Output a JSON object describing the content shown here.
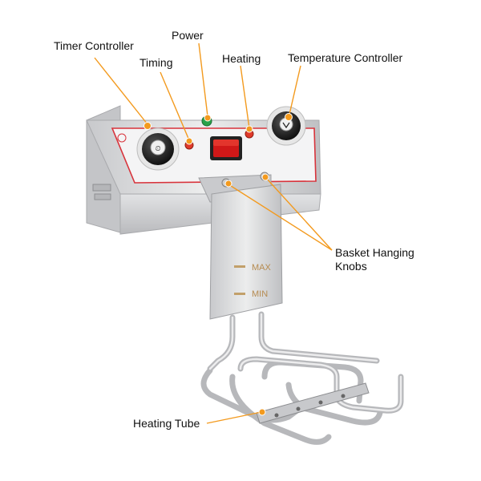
{
  "labels": {
    "timer_controller": "Timer Controller",
    "power": "Power",
    "timing": "Timing",
    "heating": "Heating",
    "temperature_controller": "Temperature Controller",
    "basket_hanging_knobs_line1": "Basket Hanging",
    "basket_hanging_knobs_line2": "Knobs",
    "heating_tube": "Heating Tube"
  },
  "panel_text": {
    "max": "MAX",
    "min": "MIN"
  },
  "colors": {
    "callout_dot": "#f39a1e",
    "callout_line": "#f39a1e",
    "steel": "#d9dadc",
    "panel": "#f4f4f5",
    "panel_border": "#d8333b",
    "switch": "#d01818",
    "indicator_green": "#2aa24a",
    "indicator_red": "#e03a2a"
  }
}
